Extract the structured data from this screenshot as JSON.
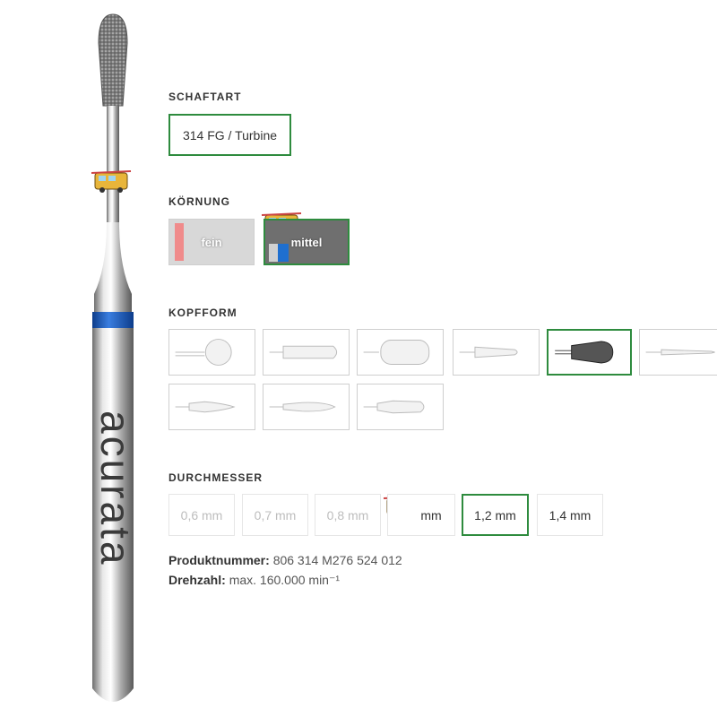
{
  "product_image": {
    "brand_text": "acurata"
  },
  "schaftart": {
    "title": "SCHAFTART",
    "options": [
      {
        "label": "314 FG / Turbine",
        "selected": true
      }
    ]
  },
  "koernung": {
    "title": "KÖRNUNG",
    "options": [
      {
        "label": "fein",
        "color": "#f08b8b",
        "selected": false
      },
      {
        "label": "mittel",
        "color": "#1f6fcf",
        "selected": true
      }
    ]
  },
  "kopfform": {
    "title": "KOPFFORM",
    "options": [
      {
        "shape": "ball",
        "selected": false
      },
      {
        "shape": "cylinder-rounded",
        "selected": false
      },
      {
        "shape": "cylinder-wide",
        "selected": false
      },
      {
        "shape": "taper-short",
        "selected": false
      },
      {
        "shape": "pear",
        "selected": true
      },
      {
        "shape": "needle",
        "selected": false
      },
      {
        "shape": "flame",
        "selected": false
      },
      {
        "shape": "flame-long",
        "selected": false
      },
      {
        "shape": "torpedo",
        "selected": false
      }
    ]
  },
  "durchmesser": {
    "title": "DURCHMESSER",
    "options": [
      {
        "label": "0,6 mm",
        "state": "disabled"
      },
      {
        "label": "0,7 mm",
        "state": "disabled"
      },
      {
        "label": "0,8 mm",
        "state": "disabled"
      },
      {
        "label": "mm",
        "state": "available"
      },
      {
        "label": "1,2 mm",
        "state": "selected"
      },
      {
        "label": "1,4 mm",
        "state": "available"
      }
    ]
  },
  "product_info": {
    "produktnummer_label": "Produktnummer:",
    "produktnummer_value": "806 314 M276 524 012",
    "drehzahl_label": "Drehzahl:",
    "drehzahl_value": "max. 160.000 min⁻¹"
  },
  "colors": {
    "accent": "#2e8b3e",
    "band": "#1f5fbf"
  }
}
